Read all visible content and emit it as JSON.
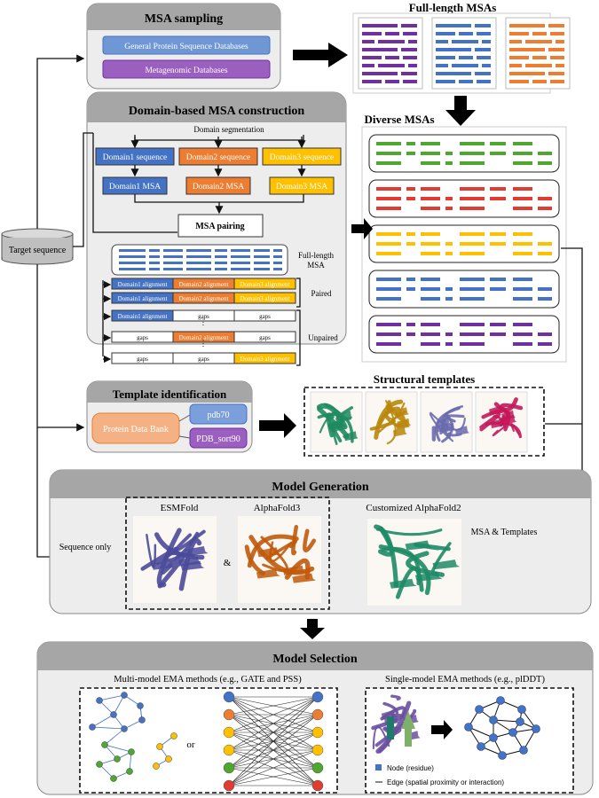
{
  "msa_sampling": {
    "title": "MSA sampling",
    "databases": [
      "General Protein Sequence Databases",
      "Metagenomic Databases"
    ]
  },
  "full_length_msas": {
    "title": "Full-length MSAs"
  },
  "diverse_msas": {
    "title": "Diverse MSAs"
  },
  "target": {
    "label": "Target sequence"
  },
  "domain_msa": {
    "title": "Domain-based MSA construction",
    "segmentation": "Domain segmentation",
    "domains": [
      "Domain1 sequence",
      "Domain2 sequence",
      "Domain3 sequence"
    ],
    "domain_msas": [
      "Domain1 MSA",
      "Domain2 MSA",
      "Domain3 MSA"
    ],
    "pairing": "MSA pairing",
    "full_length_label_1": "Full-length",
    "full_length_label_2": "MSA",
    "paired_label": "Paired",
    "unpaired_label": "Unpaired",
    "alignments": [
      "Domain1 alignment",
      "Domain2 alignment",
      "Domain3 alignment"
    ],
    "gaps": "gaps",
    "dots": "⋮"
  },
  "template_identification": {
    "title": "Template identification",
    "source": "Protein Data Bank",
    "databases": [
      "pdb70",
      "PDB_sort90"
    ]
  },
  "structural_templates": {
    "title": "Structural templates"
  },
  "model_generation": {
    "title": "Model Generation",
    "esmfold": "ESMFold",
    "alphafold3": "AlphaFold3",
    "amp": "&",
    "custom_af2": "Customized AlphaFold2",
    "sequence_only": "Sequence only",
    "msa_templates": "MSA & Templates"
  },
  "model_selection": {
    "title": "Model Selection",
    "multi_model": "Multi-model EMA methods (e.g., GATE and PSS)",
    "or": "or",
    "single_model": "Single-model EMA methods (e.g., plDDT)",
    "legend_node": "Node (residue)",
    "legend_edge": "Edge (spatial proximity or interaction)"
  },
  "colors": {
    "blue": "#4472C4",
    "orange": "#ED7D31",
    "yellow": "#FFC000",
    "purple": "#7030A0",
    "green": "#4EA72E",
    "red": "#E03C31",
    "panel_header": "#A6A6A6",
    "panel_body": "#EDEDED"
  }
}
